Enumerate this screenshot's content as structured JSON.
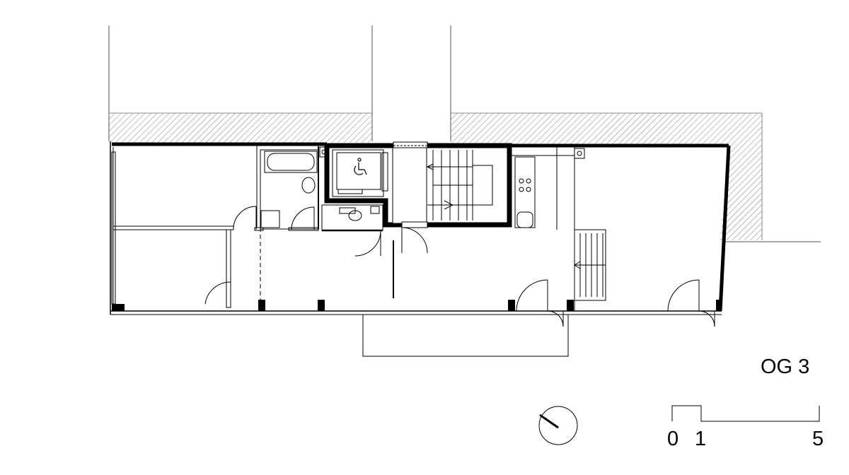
{
  "drawing": {
    "floor_label": "OG 3",
    "scale_labels": [
      "0",
      "1",
      "5"
    ]
  },
  "symbols": {
    "accessibility": "wheelchair-icon",
    "orientation": "north-arrow-icon"
  },
  "colors": {
    "line": "#000000",
    "wall_fill": "#000000",
    "hatch": "#555555",
    "background": "#ffffff"
  }
}
